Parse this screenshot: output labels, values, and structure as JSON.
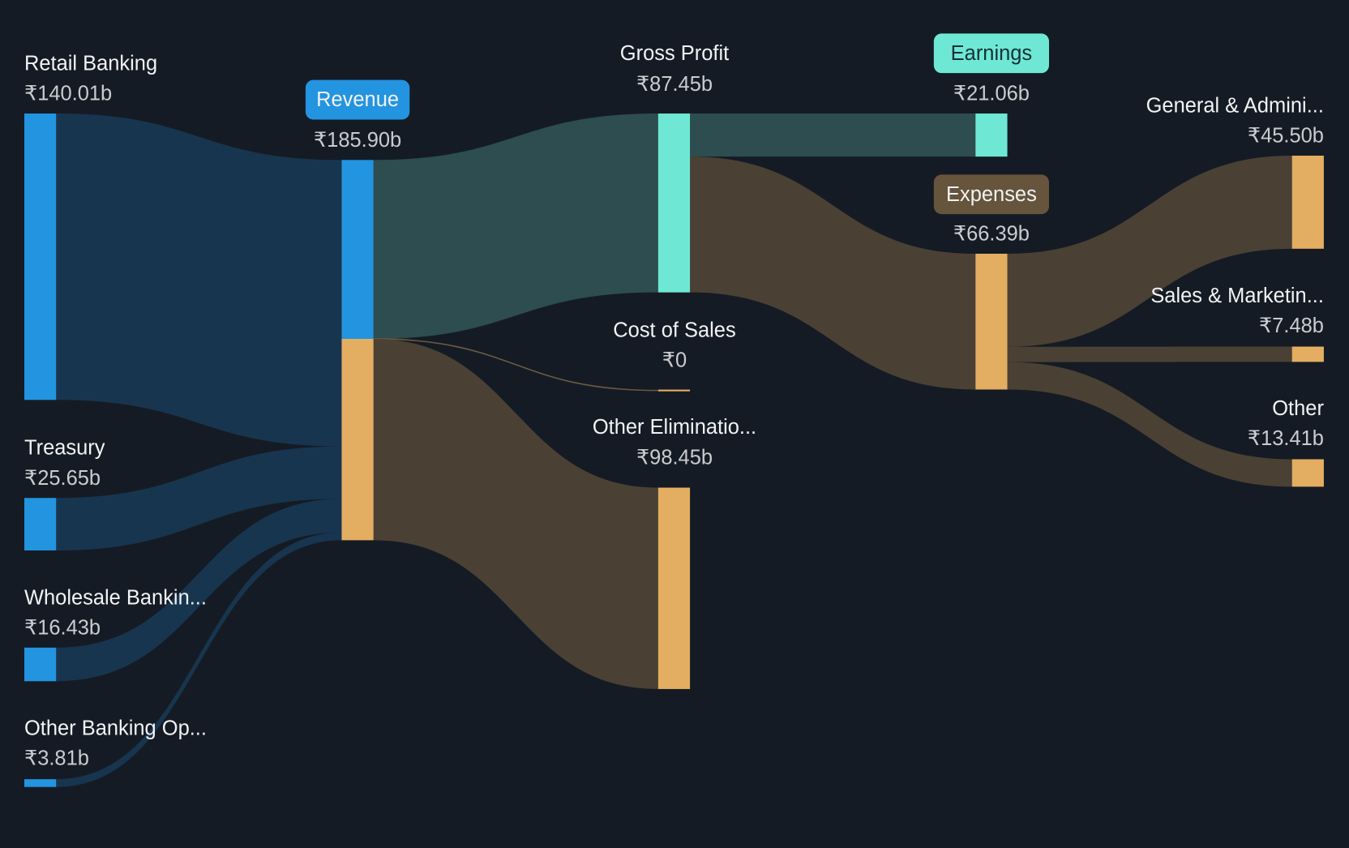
{
  "chart_data": {
    "type": "sankey",
    "currency": "₹",
    "unit": "b",
    "nodes": [
      {
        "id": "retail",
        "name": "Retail Banking",
        "value": 140.01,
        "value_label": "₹140.01b",
        "color": "#2394e0"
      },
      {
        "id": "treasury",
        "name": "Treasury",
        "value": 25.65,
        "value_label": "₹25.65b",
        "color": "#2394e0"
      },
      {
        "id": "wholesale",
        "name": "Wholesale Bankin...",
        "value": 16.43,
        "value_label": "₹16.43b",
        "color": "#2394e0"
      },
      {
        "id": "otherbank",
        "name": "Other Banking Op...",
        "value": 3.81,
        "value_label": "₹3.81b",
        "color": "#2394e0"
      },
      {
        "id": "revenue",
        "name": "Revenue",
        "value": 185.9,
        "value_label": "₹185.90b",
        "color": "#2394e0"
      },
      {
        "id": "gp",
        "name": "Gross Profit",
        "value": 87.45,
        "value_label": "₹87.45b",
        "color": "#6ee8d4"
      },
      {
        "id": "cos",
        "name": "Cost of Sales",
        "value": 0,
        "value_label": "₹0",
        "color": "#e3ae62"
      },
      {
        "id": "oe",
        "name": "Other Eliminatio...",
        "value": 98.45,
        "value_label": "₹98.45b",
        "color": "#e3ae62"
      },
      {
        "id": "earnings",
        "name": "Earnings",
        "value": 21.06,
        "value_label": "₹21.06b",
        "color": "#6ee8d4"
      },
      {
        "id": "expenses",
        "name": "Expenses",
        "value": 66.39,
        "value_label": "₹66.39b",
        "color": "#e3ae62"
      },
      {
        "id": "ga",
        "name": "General & Admini...",
        "value": 45.5,
        "value_label": "₹45.50b",
        "color": "#e3ae62"
      },
      {
        "id": "sm",
        "name": "Sales & Marketin...",
        "value": 7.48,
        "value_label": "₹7.48b",
        "color": "#e3ae62"
      },
      {
        "id": "other",
        "name": "Other",
        "value": 13.41,
        "value_label": "₹13.41b",
        "color": "#e3ae62"
      }
    ],
    "links": [
      {
        "source": "retail",
        "target": "revenue",
        "value": 140.01,
        "color": "#18354f"
      },
      {
        "source": "treasury",
        "target": "revenue",
        "value": 25.65,
        "color": "#18354f"
      },
      {
        "source": "wholesale",
        "target": "revenue",
        "value": 16.43,
        "color": "#18354f"
      },
      {
        "source": "otherbank",
        "target": "revenue",
        "value": 3.81,
        "color": "#18354f"
      },
      {
        "source": "revenue",
        "target": "gp",
        "value": 87.45,
        "color": "#2d4d50"
      },
      {
        "source": "revenue",
        "target": "cos",
        "value": 0,
        "color": "#4a4034"
      },
      {
        "source": "revenue",
        "target": "oe",
        "value": 98.45,
        "color": "#4a4034"
      },
      {
        "source": "gp",
        "target": "earnings",
        "value": 21.06,
        "color": "#2d4d50"
      },
      {
        "source": "gp",
        "target": "expenses",
        "value": 66.39,
        "color": "#4a4034"
      },
      {
        "source": "expenses",
        "target": "ga",
        "value": 45.5,
        "color": "#4a4034"
      },
      {
        "source": "expenses",
        "target": "sm",
        "value": 7.48,
        "color": "#4a4034"
      },
      {
        "source": "expenses",
        "target": "other",
        "value": 13.41,
        "color": "#4a4034"
      }
    ],
    "pill_colors": {
      "revenue": "#2394e0",
      "earnings": "#6ee8d4",
      "expenses": "#66543c"
    }
  }
}
